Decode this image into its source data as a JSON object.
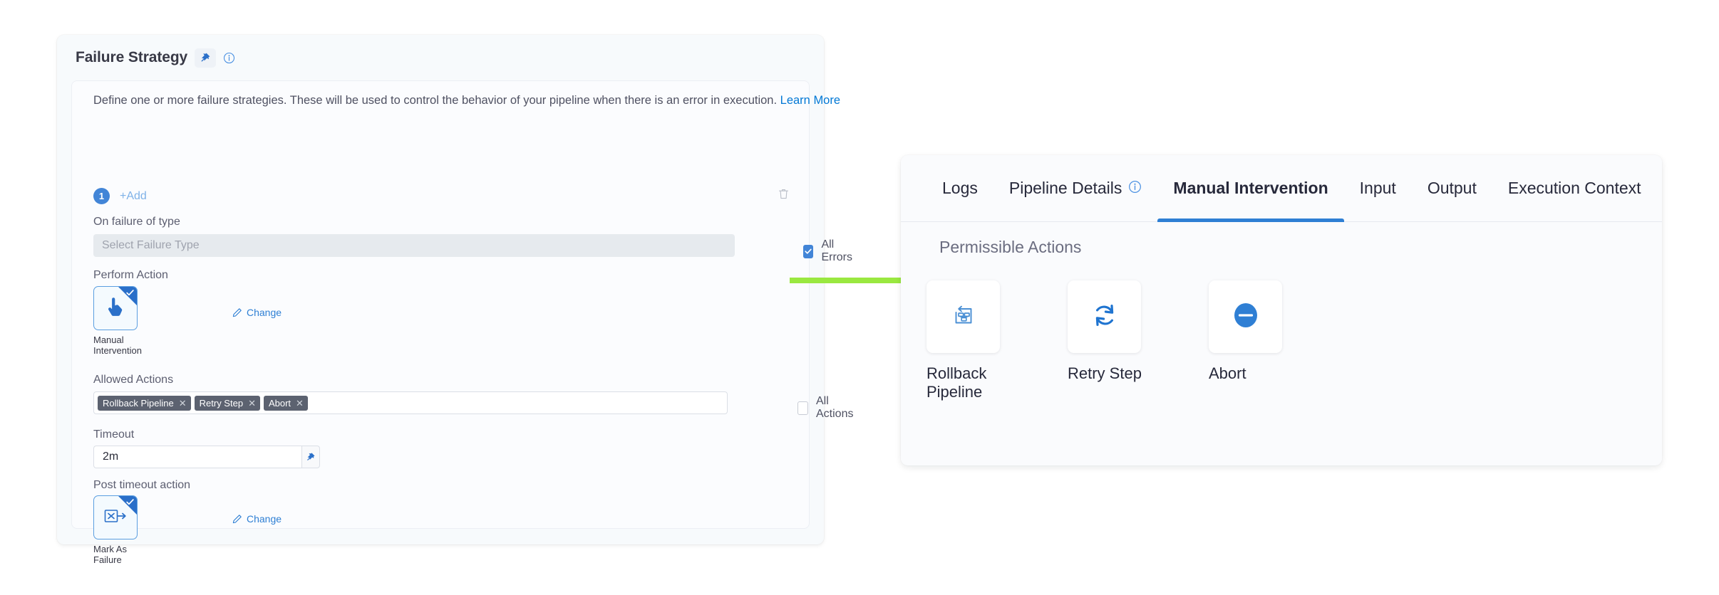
{
  "failure_strategy": {
    "title": "Failure Strategy",
    "pin_icon": "pin-icon",
    "info_icon": "info-icon",
    "description": "Define one or more failure strategies. These will be used to control the behavior of your pipeline when there is an error in execution.",
    "learn_more": "Learn More",
    "index_badge": "1",
    "add_label": "+Add",
    "delete_icon": "trash-icon",
    "on_failure": {
      "label": "On failure of type",
      "placeholder": "Select Failure Type",
      "value": "",
      "all_errors_label": "All Errors",
      "all_errors_checked": true
    },
    "perform_action": {
      "label": "Perform Action",
      "tile_caption": "Manual Intervention",
      "tile_icon": "hand-pointer-icon",
      "selected": true,
      "change_label": "Change",
      "change_icon": "pencil-icon"
    },
    "allowed_actions": {
      "label": "Allowed Actions",
      "chips": [
        "Rollback Pipeline",
        "Retry Step",
        "Abort"
      ],
      "chip_remove_icon": "close-icon",
      "all_actions_label": "All Actions",
      "all_actions_checked": false
    },
    "timeout": {
      "label": "Timeout",
      "value": "2m",
      "pin_icon": "pin-icon"
    },
    "post_timeout_action": {
      "label": "Post timeout action",
      "tile_caption": "Mark As Failure",
      "tile_icon": "mark-as-failure-icon",
      "selected": true,
      "change_label": "Change",
      "change_icon": "pencil-icon"
    }
  },
  "arrow": {
    "name": "green-arrow",
    "color": "#9ae840"
  },
  "details_panel": {
    "tabs": [
      {
        "label": "Logs",
        "active": false,
        "info_icon": false
      },
      {
        "label": "Pipeline Details",
        "active": false,
        "info_icon": true
      },
      {
        "label": "Manual Intervention",
        "active": true,
        "info_icon": false
      },
      {
        "label": "Input",
        "active": false,
        "info_icon": false
      },
      {
        "label": "Output",
        "active": false,
        "info_icon": false
      },
      {
        "label": "Execution Context",
        "active": false,
        "info_icon": false
      }
    ],
    "permissible_actions_title": "Permissible Actions",
    "actions": [
      {
        "label": "Rollback Pipeline",
        "icon": "rollback-pipeline-icon"
      },
      {
        "label": "Retry Step",
        "icon": "retry-icon"
      },
      {
        "label": "Abort",
        "icon": "abort-icon"
      }
    ]
  },
  "colors": {
    "accent_blue": "#2e7fd4",
    "chip_gray": "#5c6270",
    "arrow_green": "#9ae840",
    "panel_bg": "#fafbfd"
  }
}
